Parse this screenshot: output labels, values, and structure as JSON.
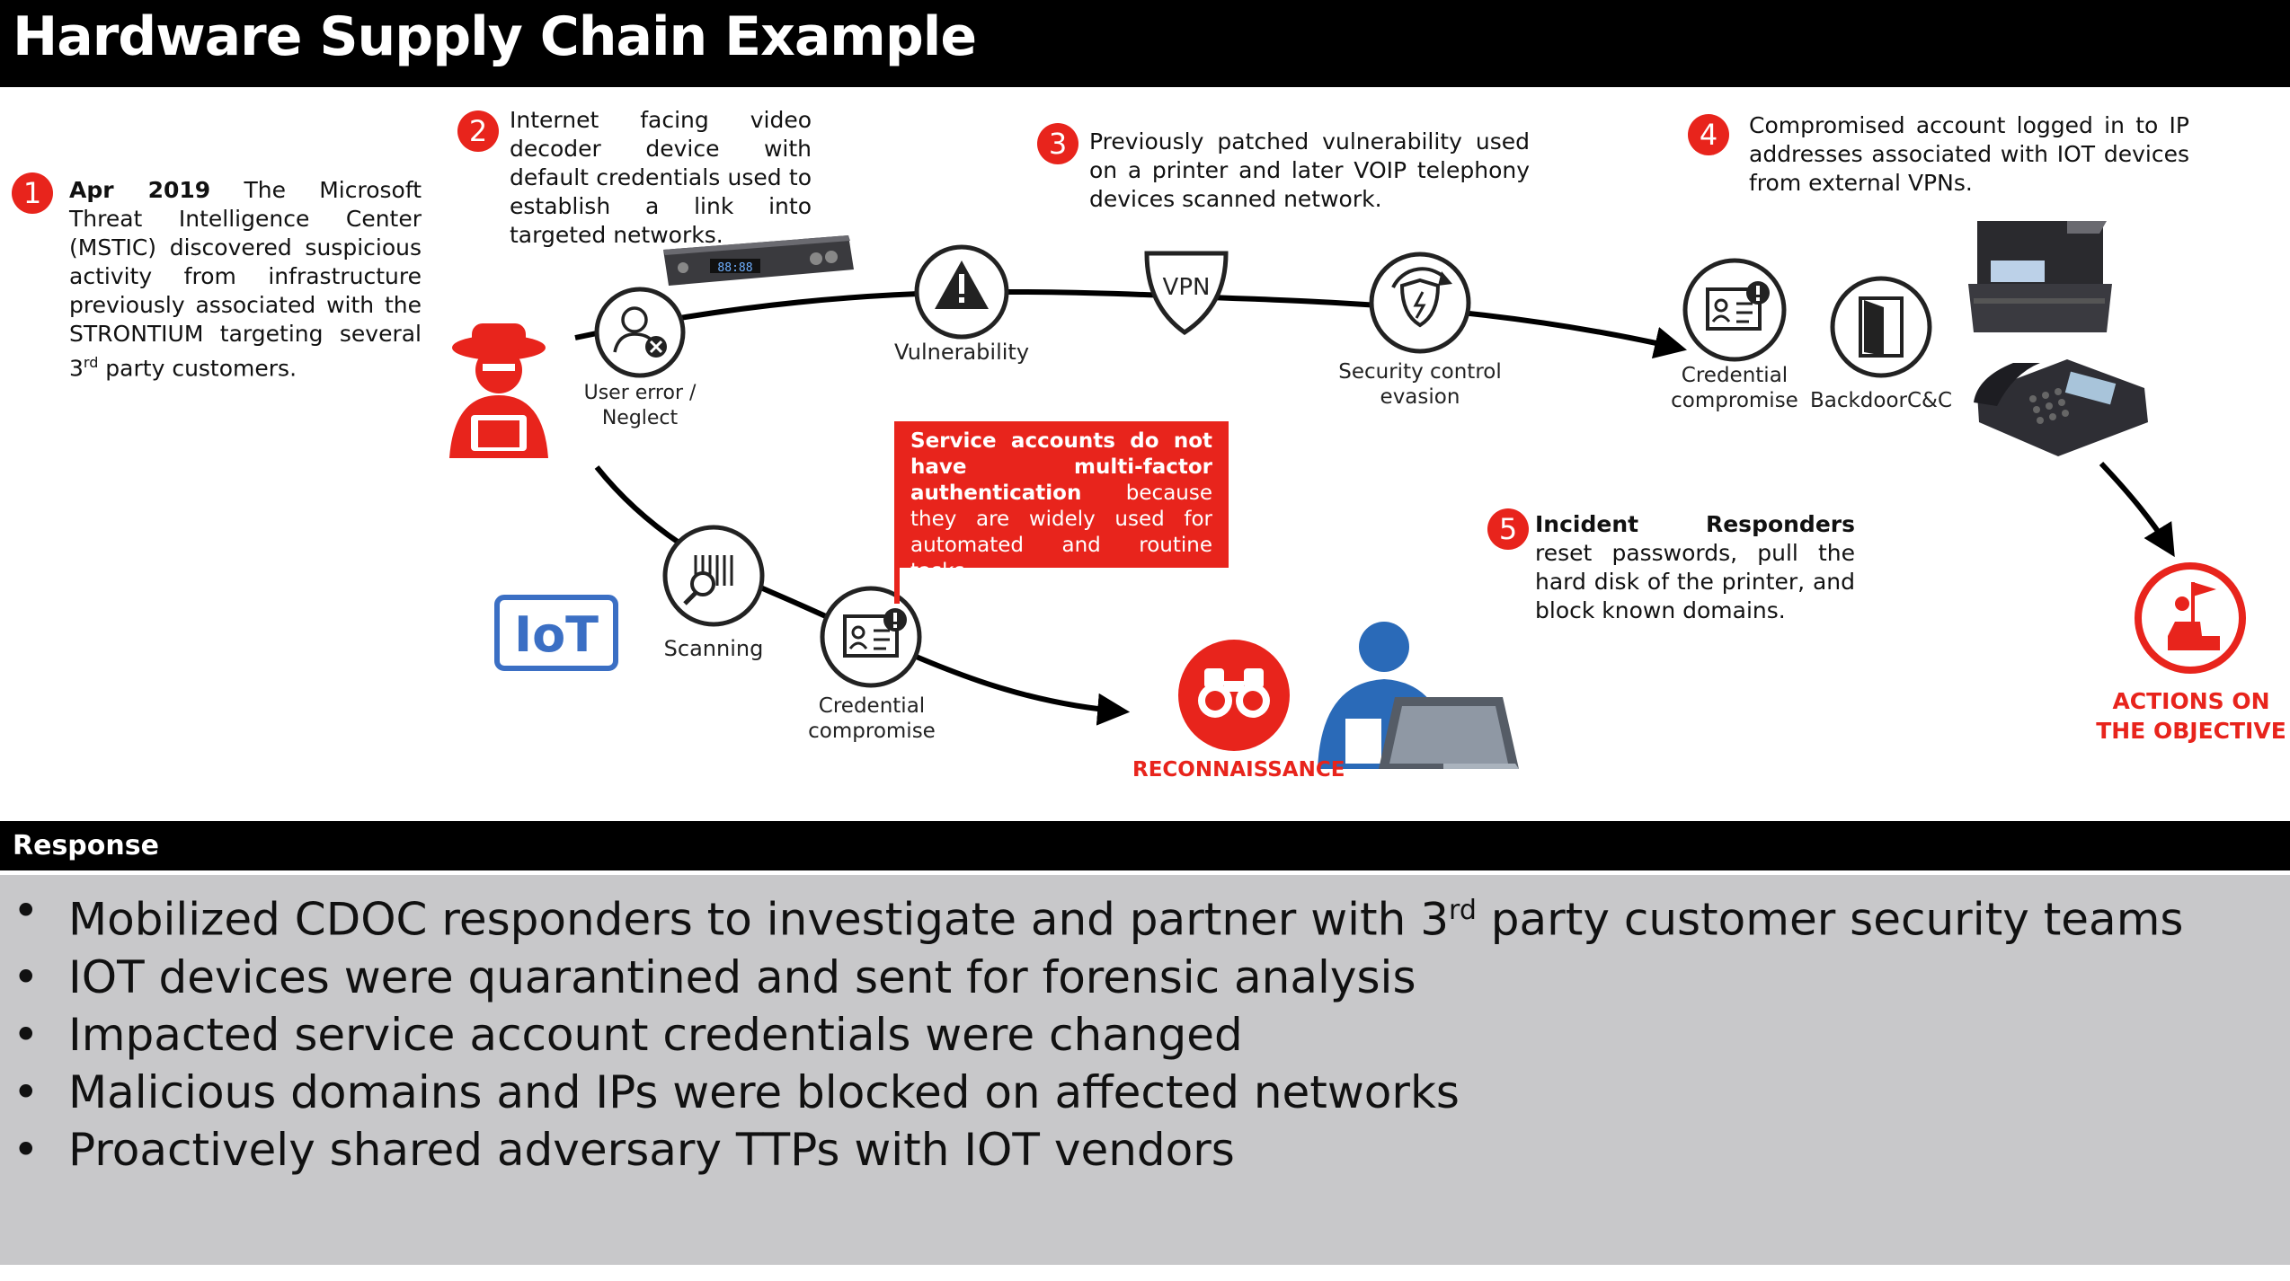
{
  "title": "Hardware Supply Chain Example",
  "steps": [
    {
      "num": "1",
      "bold": "Apr 2019",
      "text": " The Microsoft Threat Intelligence Center (MSTIC) discovered suspicious activity from infrastructure previously associated with the STRONTIUM targeting several 3",
      "sup": "rd",
      "tail": " party customers."
    },
    {
      "num": "2",
      "text": "Internet facing video decoder device with default credentials used to establish a link into targeted networks."
    },
    {
      "num": "3",
      "text": "Previously patched vulnerability used on a printer and later VOIP telephony devices scanned network."
    },
    {
      "num": "4",
      "text": "Compromised account logged in to IP addresses associated with IOT devices from external VPNs."
    },
    {
      "num": "5",
      "bold": "Incident Responders",
      "text": " reset passwords, pull the hard disk of the printer, and block known domains."
    }
  ],
  "labels": {
    "user_error": "User error / Neglect",
    "vulnerability": "Vulnerability",
    "vpn": "VPN",
    "security_control": "Security control evasion",
    "credential_top": "Credential compromise",
    "backdoor": "BackdoorC&C",
    "scanning": "Scanning",
    "credential_bottom": "Credential compromise",
    "iot": "IoT",
    "reconnaissance": "RECONNAISSANCE",
    "actions": "ACTIONS ON THE OBJECTIVE"
  },
  "callout": {
    "bold": "Service accounts do not have multi-factor authentication",
    "text": " because they are widely used for automated and routine tasks."
  },
  "device_display": "88:88",
  "response": {
    "heading": "Response",
    "bullet": "•",
    "items": [
      {
        "pre": "Mobilized CDOC responders to investigate and partner with 3",
        "sup": "rd",
        "post": " party customer security teams"
      },
      {
        "pre": "IOT devices were quarantined and sent for forensic analysis"
      },
      {
        "pre": "Impacted service account credentials were changed"
      },
      {
        "pre": "Malicious domains and IPs were blocked on affected networks"
      },
      {
        "pre": "Proactively shared adversary TTPs with IOT vendors"
      }
    ]
  },
  "colors": {
    "accent_red": "#e8241c",
    "iot_blue": "#3b6fc4",
    "responder_blue": "#2a6ab8",
    "response_bg": "#c8c8ca"
  },
  "icons": [
    "hacker-icon",
    "user-error-icon",
    "warning-icon",
    "vpn-shield-icon",
    "security-evasion-icon",
    "credential-icon",
    "backdoor-door-icon",
    "printer-icon",
    "phone-icon",
    "scanning-barcode-icon",
    "iot-icon",
    "binoculars-icon",
    "responder-laptop-icon",
    "objective-flag-icon"
  ]
}
